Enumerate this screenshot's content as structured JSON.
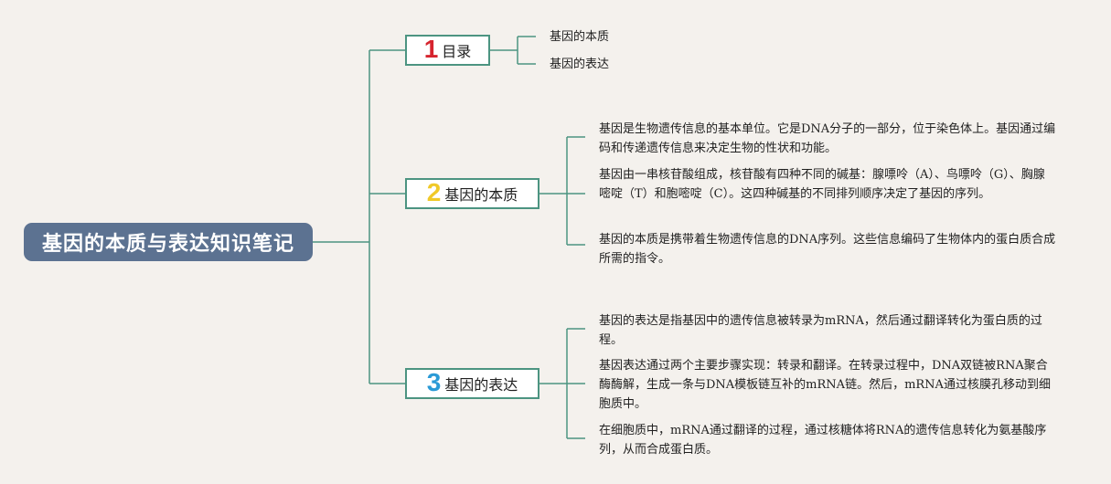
{
  "root": {
    "title": "基因的本质与表达知识笔记"
  },
  "branches": [
    {
      "number": "1",
      "label": "目录",
      "number_color": "#d6242e",
      "children": [
        "基因的本质",
        "基因的表达"
      ]
    },
    {
      "number": "2",
      "label": "基因的本质",
      "number_color": "#f0c929",
      "children": [
        "基因是生物遗传信息的基本单位。它是DNA分子的一部分，位于染色体上。基因通过编码和传递遗传信息来决定生物的性状和功能。",
        "基因由一串核苷酸组成，核苷酸有四种不同的碱基：腺嘌呤（A）、鸟嘌呤（G）、胸腺嘧啶（T）和胞嘧啶（C）。这四种碱基的不同排列顺序决定了基因的序列。",
        "基因的本质是携带着生物遗传信息的DNA序列。这些信息编码了生物体内的蛋白质合成所需的指令。"
      ]
    },
    {
      "number": "3",
      "label": "基因的表达",
      "number_color": "#2b9ad6",
      "children": [
        "基因的表达是指基因中的遗传信息被转录为mRNA，然后通过翻译转化为蛋白质的过程。",
        "基因表达通过两个主要步骤实现：转录和翻译。在转录过程中，DNA双链被RNA聚合酶酶解，生成一条与DNA模板链互补的mRNA链。然后，mRNA通过核膜孔移动到细胞质中。",
        "在细胞质中，mRNA通过翻译的过程，通过核糖体将RNA的遗传信息转化为氨基酸序列，从而合成蛋白质。"
      ]
    }
  ],
  "colors": {
    "root_bg": "#5c7291",
    "connector": "#4c9481",
    "background": "#f4f1ed"
  }
}
